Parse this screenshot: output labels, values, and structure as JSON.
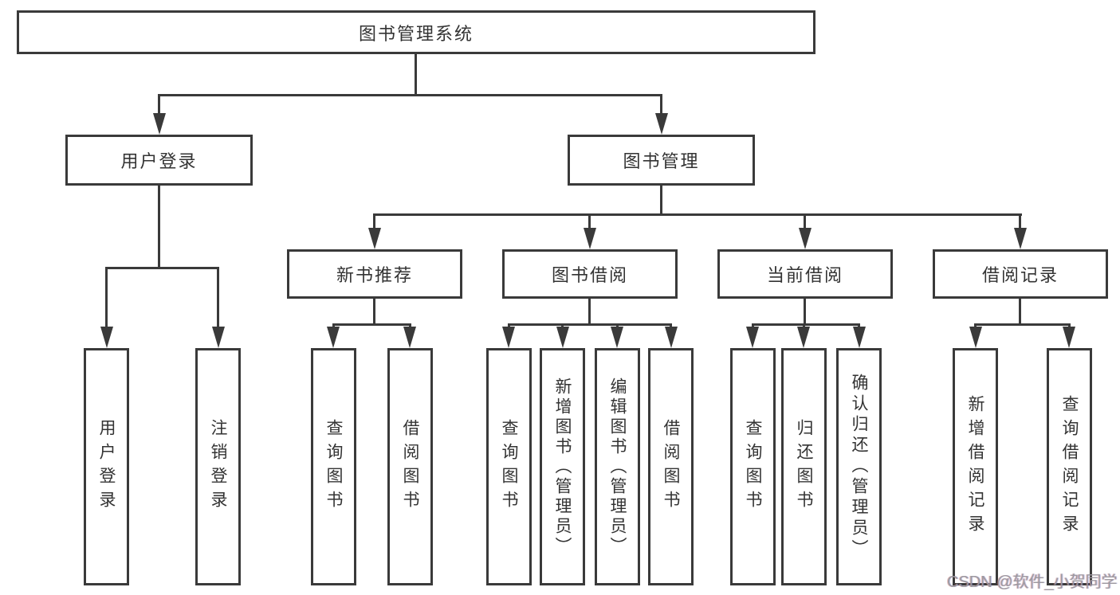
{
  "diagram": {
    "root": {
      "label": "图书管理系统"
    },
    "level2": [
      {
        "id": "user-login",
        "label": "用户登录"
      },
      {
        "id": "book-management",
        "label": "图书管理"
      }
    ],
    "level3": [
      {
        "id": "new-book-recommend",
        "label": "新书推荐"
      },
      {
        "id": "book-borrow",
        "label": "图书借阅"
      },
      {
        "id": "current-borrow",
        "label": "当前借阅"
      },
      {
        "id": "borrow-records",
        "label": "借阅记录"
      }
    ],
    "leaves": [
      {
        "id": "leaf-user-login",
        "label": "用户登录"
      },
      {
        "id": "leaf-logout",
        "label": "注销登录"
      },
      {
        "id": "leaf-query-books-recommend",
        "label": "查询图书"
      },
      {
        "id": "leaf-borrow-books-recommend",
        "label": "借阅图书"
      },
      {
        "id": "leaf-query-books-borrow",
        "label": "查询图书"
      },
      {
        "id": "leaf-add-books-admin",
        "label": "新增图书（管理员）"
      },
      {
        "id": "leaf-edit-books-admin",
        "label": "编辑图书（管理员）"
      },
      {
        "id": "leaf-borrow-books",
        "label": "借阅图书"
      },
      {
        "id": "leaf-query-books-current",
        "label": "查询图书"
      },
      {
        "id": "leaf-return-books",
        "label": "归还图书"
      },
      {
        "id": "leaf-confirm-return-admin",
        "label": "确认归还（管理员）"
      },
      {
        "id": "leaf-add-borrow-record",
        "label": "新增借阅记录"
      },
      {
        "id": "leaf-query-borrow-record",
        "label": "查询借阅记录"
      }
    ]
  },
  "watermark": "CSDN @软件_小贺同学",
  "colors": {
    "line": "#3a3a3a",
    "box_border": "#3a3a3a",
    "text": "#333333",
    "background": "#ffffff",
    "watermark": "#99999e"
  }
}
